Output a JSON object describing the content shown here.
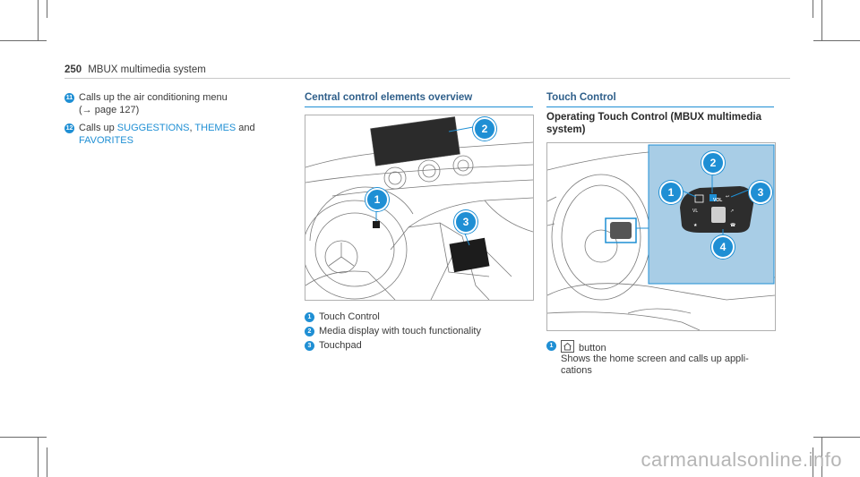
{
  "header": {
    "page_number": "250",
    "title": "MBUX multimedia system"
  },
  "left_list": [
    {
      "badge": "11",
      "line1": "Calls up the air conditioning menu",
      "line2": "(→ page 127)"
    },
    {
      "badge": "12",
      "prefix": "Calls up ",
      "link1": "SUGGESTIONS",
      "sep": ", ",
      "link2": "THEMES",
      "suffix": " and",
      "link3": "FAVORITES"
    }
  ],
  "central": {
    "title": "Central control elements overview",
    "callouts": [
      "1",
      "2",
      "3"
    ],
    "legend": [
      {
        "badge": "1",
        "text": "Touch Control"
      },
      {
        "badge": "2",
        "text": "Media display with touch functionality"
      },
      {
        "badge": "3",
        "text": "Touchpad"
      }
    ]
  },
  "touch": {
    "title": "Touch Control",
    "subheading_line1": "Operating Touch Control (MBUX multimedia",
    "subheading_line2": "system)",
    "callouts": [
      "1",
      "2",
      "3",
      "4"
    ],
    "button_label": "VOL",
    "legend": [
      {
        "badge": "1",
        "text": "button",
        "desc_line1": "Shows the home screen and calls up appli-",
        "desc_line2": "cations"
      }
    ]
  },
  "watermark": "carmanualsonline.info",
  "colors": {
    "accent": "#1f8fd4",
    "title": "#2f5f8a",
    "inset_bg": "#a8cde6"
  }
}
